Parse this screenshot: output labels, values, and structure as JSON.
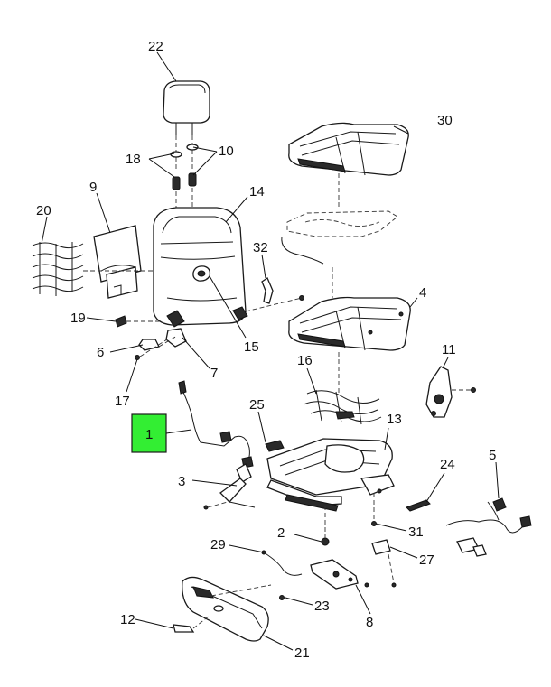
{
  "callouts": {
    "c1": "1",
    "c2": "2",
    "c3": "3",
    "c4": "4",
    "c5": "5",
    "c6": "6",
    "c7": "7",
    "c8": "8",
    "c9": "9",
    "c10": "10",
    "c11": "11",
    "c12": "12",
    "c13": "13",
    "c14": "14",
    "c15": "15",
    "c16": "16",
    "c17": "17",
    "c18": "18",
    "c19": "19",
    "c20": "20",
    "c21": "21",
    "c22": "22",
    "c23": "23",
    "c24": "24",
    "c25": "25",
    "c27": "27",
    "c29": "29",
    "c30": "30",
    "c31": "31",
    "c32": "32"
  },
  "highlight": {
    "color": "#33ee33"
  }
}
